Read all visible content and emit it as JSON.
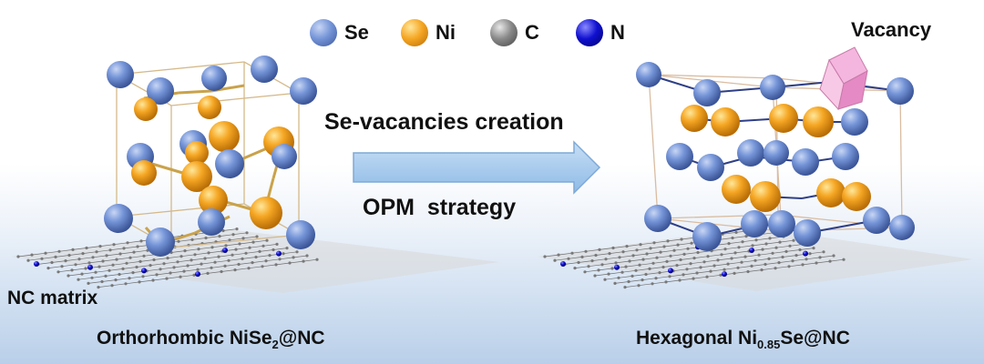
{
  "legend": [
    {
      "symbol": "Se",
      "color": "#6e8fd4"
    },
    {
      "symbol": "Ni",
      "color": "#f5a623"
    },
    {
      "symbol": "C",
      "color": "#8a8a8a"
    },
    {
      "symbol": "N",
      "color": "#1010d0"
    }
  ],
  "vacancy_label": "Vacancy",
  "arrow": {
    "top_text": "Se-vacancies creation",
    "bottom_text": "OPM  strategy"
  },
  "matrix_label": "NC matrix",
  "left_caption": {
    "main": "Orthorhombic NiSe",
    "sub": "2",
    "tail": "@NC"
  },
  "right_caption": {
    "main": "Hexagonal Ni",
    "sub": "0.85",
    "tail": "Se@NC"
  },
  "colors": {
    "se": "#6e8fd4",
    "ni": "#f5a623",
    "carbon": "#8a8a8a",
    "nitrogen": "#1010d0",
    "vacancy": "#f0a8d8",
    "arrow": "#a9cdee"
  }
}
